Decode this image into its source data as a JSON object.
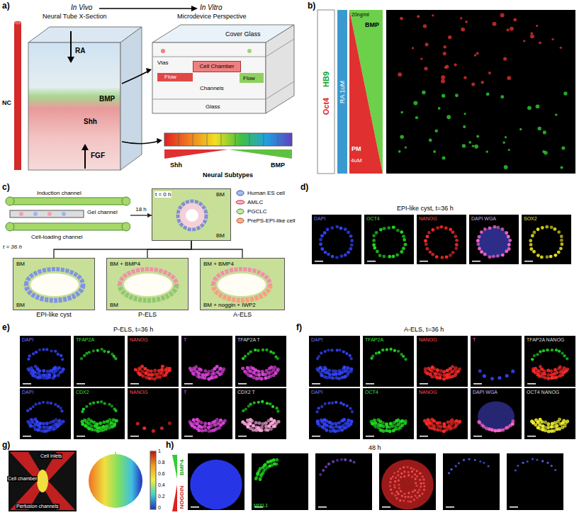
{
  "diagram": {
    "nodes": [
      {
        "text": [
          "Cell Chamber"
        ]
      },
      {
        "text": [
          "Induction channel",
          "Gel channel",
          "Cell-loading channel"
        ]
      },
      {
        "text": [
          "t = 0 h",
          "BM",
          "BM"
        ]
      },
      {
        "text": [
          "BM",
          "BM",
          "EPI-like cyst"
        ]
      },
      {
        "text": [
          "BM + BMP4",
          "BM",
          "P-ELS"
        ]
      },
      {
        "text": [
          "BM + BMP4",
          "BM + noggin + IWP2",
          "A-ELS"
        ]
      }
    ],
    "edges": [
      {
        "from": 1,
        "to": 2,
        "arrow": "to",
        "label": "18 h"
      },
      {
        "from": 2,
        "to": 3,
        "arrow": "none"
      },
      {
        "from": 2,
        "to": 4,
        "arrow": "none"
      },
      {
        "from": 2,
        "to": 5,
        "arrow": "none"
      }
    ],
    "labels": [
      "a)",
      "In Vivo",
      "Neural Tube X-Section",
      "In Vitro",
      "Microdevice Perspective",
      "RA",
      "NC",
      "BMP",
      "Shh",
      "FGF",
      "Cover Glass",
      "Vias",
      "Flow",
      "Channels",
      "Flow",
      "Glass",
      "Shh",
      "BMP",
      "Neural Subtypes",
      "b)",
      "Oct4",
      "HB9",
      "RA 1uM",
      "20ng/ml",
      "BMP",
      "PM",
      "4uM",
      "c)",
      "t = 36 h",
      "d)",
      "EPI-like cyst, t=36 h",
      "DAPI",
      "OCT4",
      "NANOG",
      "DAPI WGA",
      "SOX2",
      "e)",
      "P-ELS, t=36 h",
      "DAPI",
      "TFAP2A",
      "NANOG",
      "T",
      "TFAP2A T",
      "DAPI",
      "CDX2",
      "NANOG",
      "T",
      "CDX2 T",
      "f)",
      "A-ELS, t=36 h",
      "DAPI",
      "TFAP2A",
      "NANOG",
      "T",
      "TFAP2A NANOG",
      "DAPI",
      "OCT4",
      "NANOG",
      "DAPI WGA",
      "OCT4 NANOG",
      "g)",
      "Cell inlets",
      "Cell chamber",
      "Perfusion channels",
      "1",
      "0.8",
      "0.6",
      "0.4",
      "0.2",
      "0",
      "h)",
      "48 h",
      "BMP4",
      "NOGGIN",
      "MIXL1"
    ],
    "legend": [
      {
        "text": "Human ES cell"
      },
      {
        "text": "AMLC"
      },
      {
        "text": "PGCLC"
      },
      {
        "text": "PrePS-EPI-like cell"
      }
    ]
  }
}
